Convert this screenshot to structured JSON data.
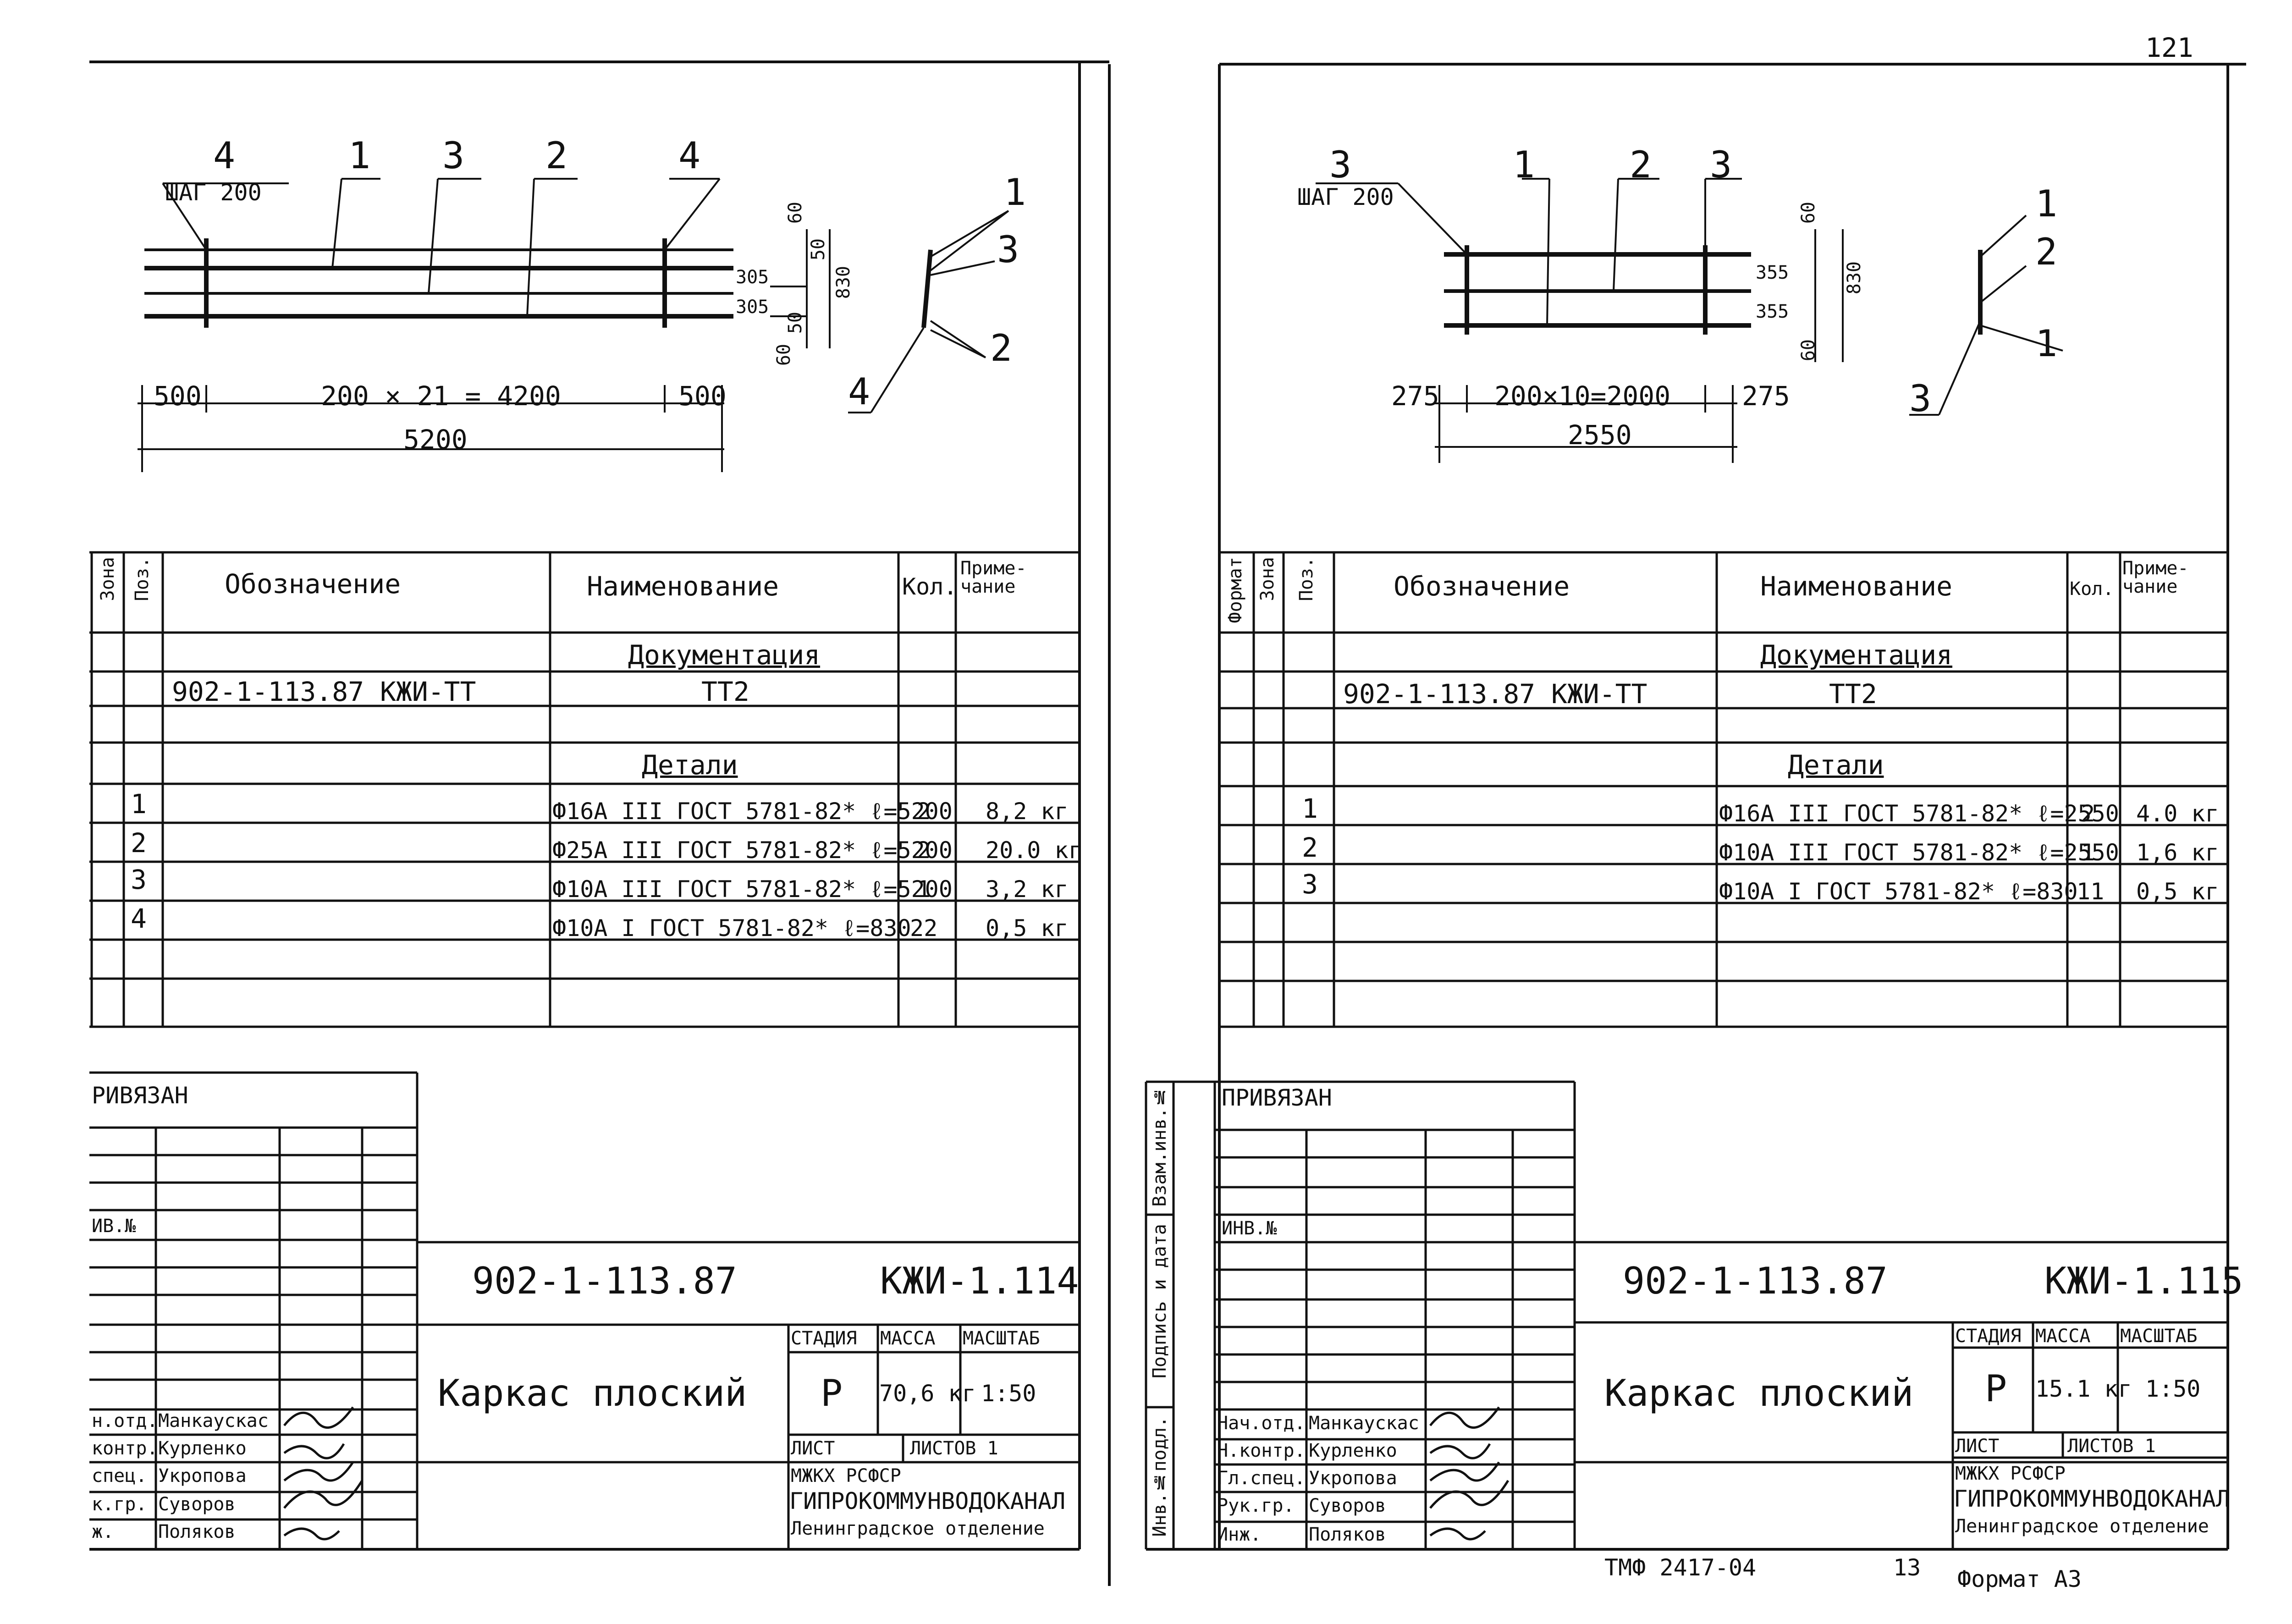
{
  "page_number": "121",
  "left": {
    "diagram": {
      "positions": [
        "4",
        "1",
        "3",
        "2",
        "4"
      ],
      "step_label": "ШАГ 200",
      "dim_left": "500",
      "dim_mid": "200 × 21 = 4200",
      "dim_right": "500",
      "dim_total": "5200",
      "section_dims": [
        "60",
        "305",
        "305",
        "50",
        "50",
        "830",
        "60"
      ],
      "section_positions": [
        "1",
        "3",
        "2",
        "4"
      ]
    },
    "table": {
      "headers": {
        "zone": "Зона",
        "pos": "Поз.",
        "designation": "Обозначение",
        "name": "Наименование",
        "qty": "Кол.",
        "note": "Приме-чание"
      },
      "section_docs": "Документация",
      "doc_row": {
        "designation": "902-1-113.87   КЖИ-ТТ",
        "name": "ТТ2"
      },
      "section_parts": "Детали",
      "rows": [
        {
          "pos": "1",
          "name": "Ф16А III ГОСТ 5781-82* ℓ=5200",
          "qty": "2",
          "note": "8,2 кг"
        },
        {
          "pos": "2",
          "name": "Ф25А III ГОСТ 5781-82* ℓ=5200",
          "qty": "2",
          "note": "20.0 кг"
        },
        {
          "pos": "3",
          "name": "Ф10А III ГОСТ 5781-82* ℓ=5200",
          "qty": "1",
          "note": "3,2 кг"
        },
        {
          "pos": "4",
          "name": "Ф10А I ГОСТ 5781-82* ℓ=830",
          "qty": "22",
          "note": "0,5 кг"
        }
      ]
    },
    "stamp": {
      "privyazan": "РИВЯЗАН",
      "inv_no": "ИВ.№",
      "doc_code": "902-1-113.87",
      "sheet_code": "КЖИ-1.114",
      "title": "Каркас плоский",
      "stage_label": "СТАДИЯ",
      "mass_label": "МАССА",
      "scale_label": "МАСШТАБ",
      "stage": "Р",
      "mass": "70,6 кг",
      "scale": "1:50",
      "sheet_label": "ЛИСТ",
      "sheets_label": "ЛИСТОВ 1",
      "org1": "МЖКХ            РСФСР",
      "org2": "ГИПРОКОММУНВОДОКАНАЛ",
      "org3": "Ленинградское отделение",
      "roles": [
        "н.отд.",
        "контр.",
        "спец.",
        "к.гр.",
        "ж."
      ],
      "names": [
        "Манкаускас",
        "Курленко",
        "Укропова",
        "Суворов",
        "Поляков"
      ]
    }
  },
  "right": {
    "diagram": {
      "positions": [
        "3",
        "1",
        "2",
        "3"
      ],
      "step_label": "ШАГ 200",
      "dim_left": "275",
      "dim_mid": "200×10=2000",
      "dim_right": "275",
      "dim_total": "2550",
      "section_dims": [
        "60",
        "355",
        "355",
        "830",
        "60"
      ],
      "section_positions": [
        "1",
        "2",
        "1",
        "3"
      ]
    },
    "table": {
      "headers": {
        "format": "Формат",
        "zone": "Зона",
        "pos": "Поз.",
        "designation": "Обозначение",
        "name": "Наименование",
        "qty": "Кол.",
        "note": "Приме-чание"
      },
      "section_docs": "Документация",
      "doc_row": {
        "designation": "902-1-113.87   КЖИ-ТТ",
        "name": "ТТ2"
      },
      "section_parts": "Детали",
      "rows": [
        {
          "pos": "1",
          "name": "Ф16А III ГОСТ 5781-82* ℓ=2550",
          "qty": "2",
          "note": "4.0 кг"
        },
        {
          "pos": "2",
          "name": "Ф10А III ГОСТ 5781-82* ℓ=2550",
          "qty": "1",
          "note": "1,6 кг"
        },
        {
          "pos": "3",
          "name": "Ф10А I ГОСТ 5781-82* ℓ=830",
          "qty": "11",
          "note": "0,5 кг"
        }
      ]
    },
    "stamp": {
      "privyazan": "ПРИВЯЗАН",
      "inv_no": "ИНВ.№",
      "side_labels": [
        "Инв.№подл.",
        "Подпись и дата",
        "Взам.инв.№"
      ],
      "doc_code": "902-1-113.87",
      "sheet_code": "КЖИ-1.115",
      "title": "Каркас плоский",
      "stage_label": "СТАДИЯ",
      "mass_label": "МАССА",
      "scale_label": "МАСШТАБ",
      "stage": "Р",
      "mass": "15.1 кг",
      "scale": "1:50",
      "sheet_label": "ЛИСТ",
      "sheets_label": "ЛИСТОВ 1",
      "org1": "МЖКХ            РСФСР",
      "org2": "ГИПРОКОММУНВОДОКАНАЛ",
      "org3": "Ленинградское отделение",
      "roles": [
        "Нач.отд.",
        "Н.контр.",
        "Гл.спец.",
        "Рук.гр.",
        "Инж."
      ],
      "names": [
        "Манкаускас",
        "Курленко",
        "Укропова",
        "Суворов",
        "Поляков"
      ]
    },
    "footer": {
      "album": "ТМФ 2417-04",
      "sheet": "13",
      "format": "Формат А3"
    }
  }
}
